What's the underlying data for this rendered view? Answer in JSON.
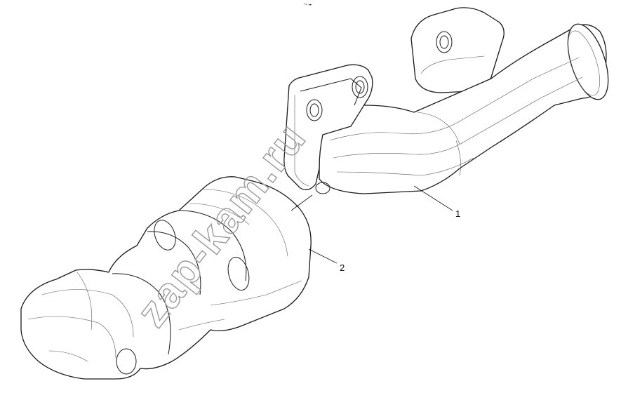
{
  "drawing": {
    "top_mark": "°⁴ ••",
    "watermark": "zap-kam.ru",
    "callouts": [
      {
        "label": "1"
      },
      {
        "label": "2"
      }
    ]
  }
}
